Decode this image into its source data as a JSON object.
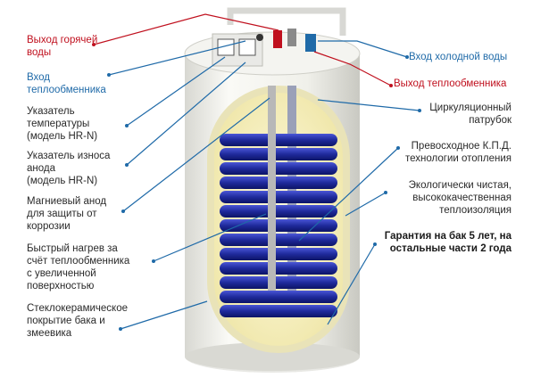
{
  "colors": {
    "hot": "#c0101e",
    "cold": "#1f6aa8",
    "leader": "#1f6aa8",
    "coil": "#1f2a9c",
    "tank_shell": "#f2f2ee",
    "tank_interior": "#fbf5c9"
  },
  "labels": {
    "hot_outlet": [
      "Выход горячей",
      "воды"
    ],
    "hx_inlet": [
      "Вход",
      "теплообменника"
    ],
    "temp_indicator": [
      "Указатель",
      "температуры",
      "(модель HR-N)"
    ],
    "anode_indicator": [
      "Указатель износа",
      "анода",
      "(модель HR-N)"
    ],
    "magnesium_anode": [
      "Магниевый анод",
      "для защиты от",
      "коррозии"
    ],
    "fast_heating": [
      "Быстрый нагрев за",
      "счёт теплообменника",
      "с увеличенной",
      "поверхностью"
    ],
    "coating": [
      "Стеклокерамическое",
      "покрытие бака и",
      "змеевика"
    ],
    "cold_inlet": [
      "Вход холодной воды"
    ],
    "hx_outlet": [
      "Выход теплообменника"
    ],
    "circulation": [
      "Циркуляционный",
      "патрубок"
    ],
    "efficiency": [
      "Превосходное К.П.Д.",
      "технологии отопления"
    ],
    "insulation": [
      "Экологически чистая,",
      "высококачественная",
      "теплоизоляция"
    ],
    "warranty": [
      "Гарантия на бак 5 лет, на",
      "остальные части 2 года"
    ]
  }
}
